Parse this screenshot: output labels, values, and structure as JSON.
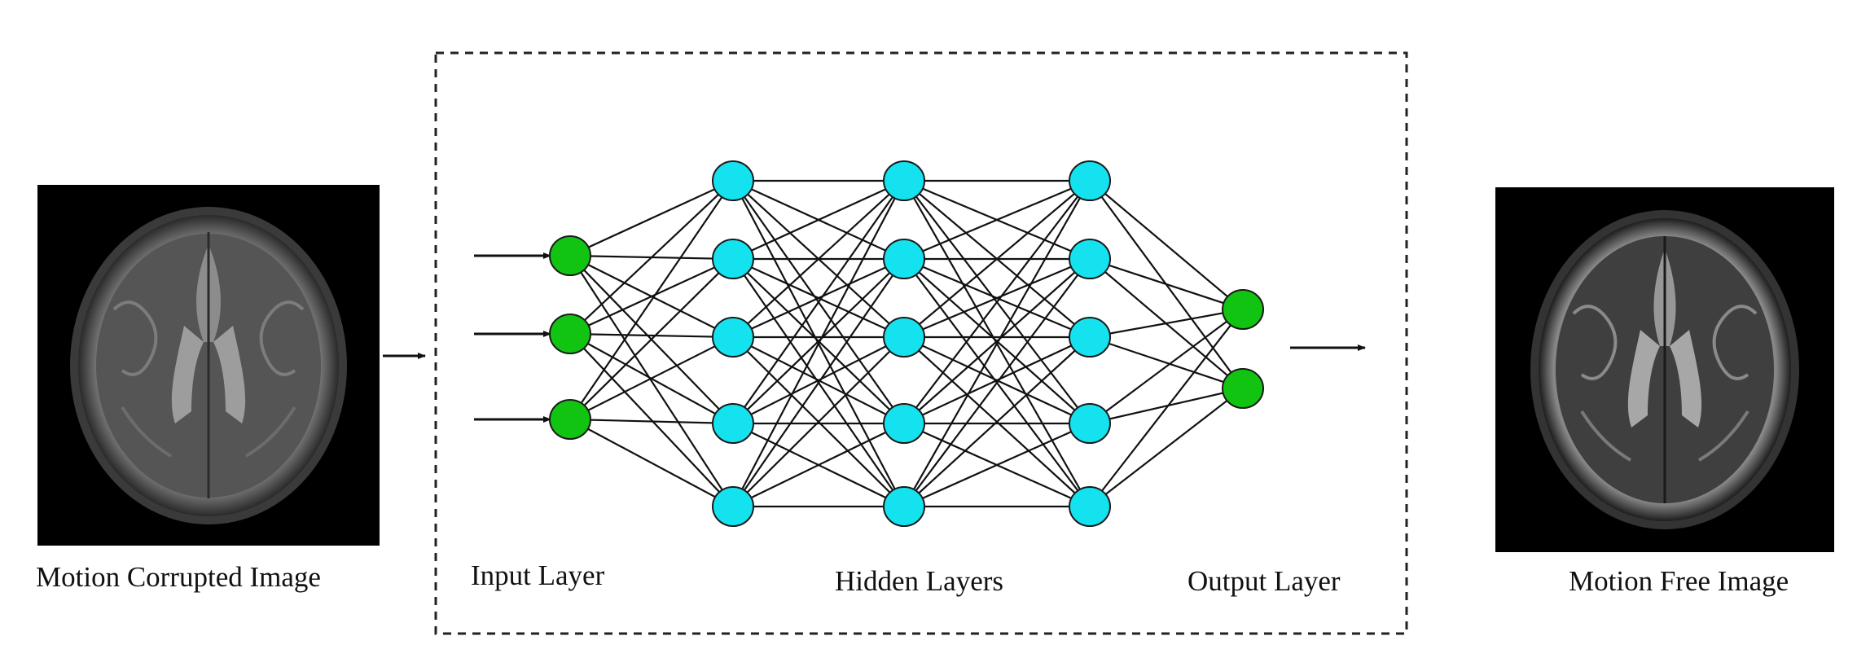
{
  "captions": {
    "left_image": "Motion Corrupted Image",
    "input_layer": "Input Layer",
    "hidden_layers": "Hidden Layers",
    "output_layer": "Output Layer",
    "right_image": "Motion Free Image"
  },
  "network": {
    "layers": [
      {
        "name": "input",
        "nodes": 3,
        "color": "#11c411"
      },
      {
        "name": "hidden-1",
        "nodes": 5,
        "color": "#14e3ef"
      },
      {
        "name": "hidden-2",
        "nodes": 5,
        "color": "#14e3ef"
      },
      {
        "name": "hidden-3",
        "nodes": 5,
        "color": "#14e3ef"
      },
      {
        "name": "output",
        "nodes": 2,
        "color": "#11c411"
      }
    ]
  },
  "images": {
    "left": {
      "depicts": "mri-brain-axial-motion-corrupted"
    },
    "right": {
      "depicts": "mri-brain-axial-motion-free"
    }
  }
}
